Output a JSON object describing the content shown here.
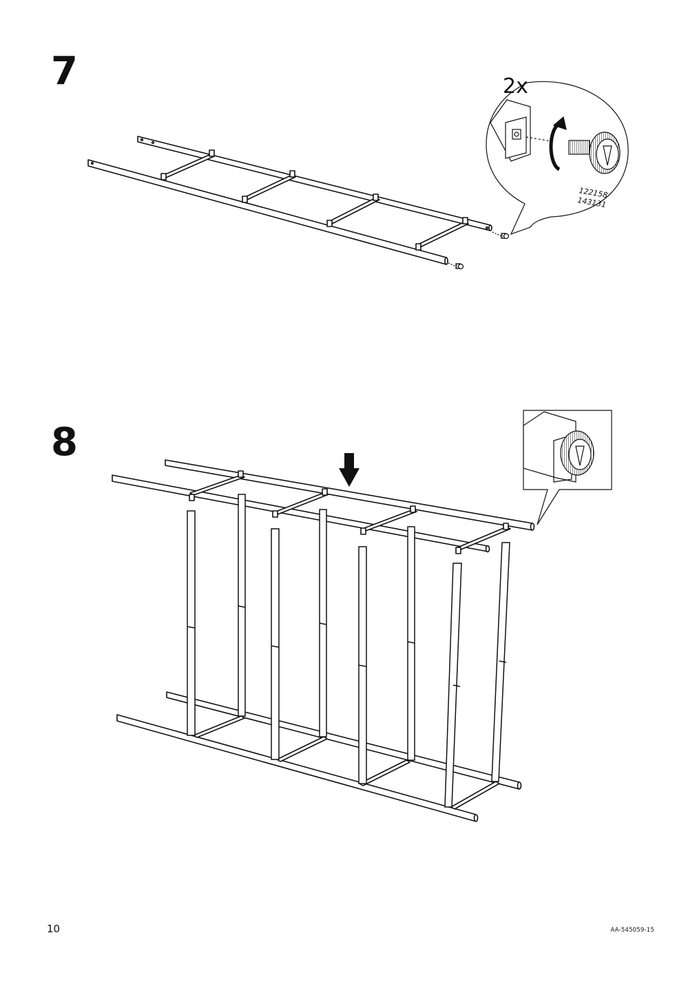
{
  "steps": [
    {
      "number": "7",
      "callout": {
        "quantity": "2x",
        "part_numbers": [
          "122158",
          "143131"
        ]
      }
    },
    {
      "number": "8"
    }
  ],
  "footer": {
    "page_number": "10",
    "document_code": "AA-545059-15"
  }
}
